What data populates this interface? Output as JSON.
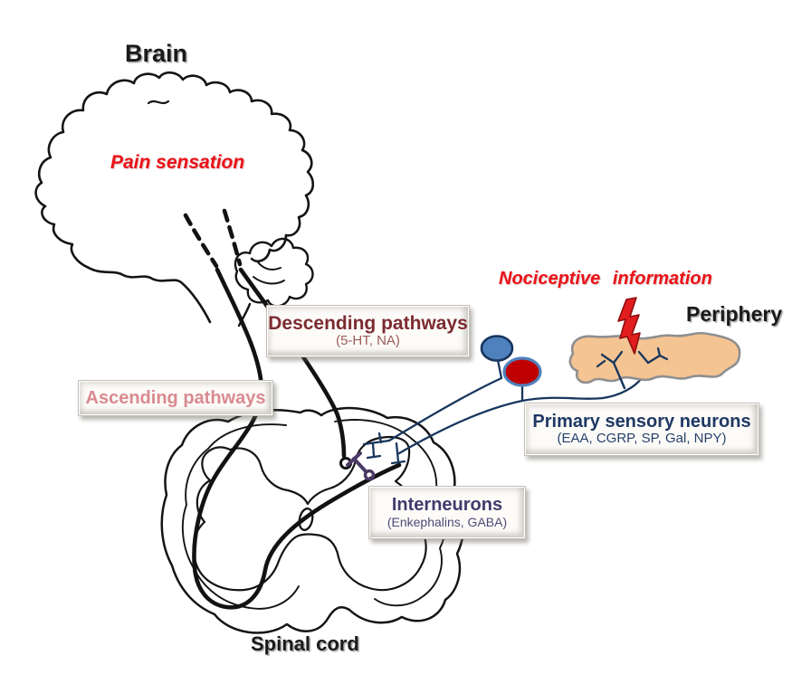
{
  "labels": {
    "brain": "Brain",
    "pain_sensation": "Pain sensation",
    "nociceptive_information": "Nociceptive information",
    "periphery": "Periphery",
    "spinal_cord": "Spinal cord"
  },
  "boxes": {
    "descending": {
      "title": "Descending pathways",
      "subtitle": "(5-HT, NA)"
    },
    "ascending": {
      "title": "Ascending pathways"
    },
    "primary": {
      "title": "Primary sensory neurons",
      "subtitle": "(EAA, CGRP, SP, Gal, NPY)"
    },
    "interneurons": {
      "title": "Interneurons",
      "subtitle": "(Enkephalins, GABA)"
    }
  },
  "colors": {
    "red_text": "#ea1218",
    "maroon_title": "#7c2b31",
    "maroon_subtitle": "#9d5c58",
    "pink_title": "#d98a8f",
    "navy_title": "#1f3864",
    "purple_title": "#433a6c",
    "fiber_navy": "#17365d",
    "soma_blue_fill": "#4f81bd",
    "soma_blue_stroke": "#17365d",
    "soma_red_fill": "#c00000",
    "soma_red_stroke": "#4f81bd",
    "skin_fill": "#f5c493",
    "skin_stroke": "#8f8f8f",
    "gray_matter_fill": "#ded9c3",
    "bolt_fill": "#e21d1d",
    "bolt_stroke": "#8f0f0f",
    "interneuron_purple": "#4b3a66",
    "outline_black": "#141414"
  }
}
